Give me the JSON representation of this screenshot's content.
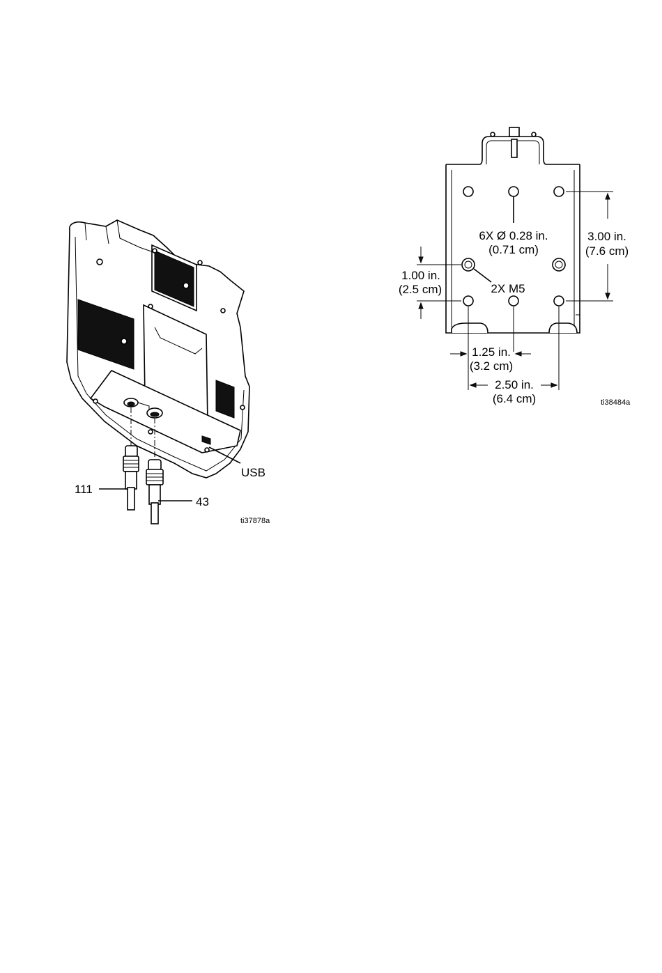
{
  "left_figure": {
    "callouts": {
      "usb": "USB",
      "part_111": "111",
      "part_43": "43"
    },
    "figure_id": "ti37878a"
  },
  "right_figure": {
    "dimensions": {
      "hole_dia_line1": "6X Ø 0.28 in.",
      "hole_dia_line2": "(0.71 cm)",
      "vertical_300_line1": "3.00 in.",
      "vertical_300_line2": "(7.6 cm)",
      "vertical_100_line1": "1.00 in.",
      "vertical_100_line2": "(2.5 cm)",
      "thread": "2X M5",
      "horiz_125_line1": "1.25 in.",
      "horiz_125_line2": "(3.2 cm)",
      "horiz_250_line1": "2.50 in.",
      "horiz_250_line2": "(6.4 cm)"
    },
    "figure_id": "ti38484a"
  }
}
